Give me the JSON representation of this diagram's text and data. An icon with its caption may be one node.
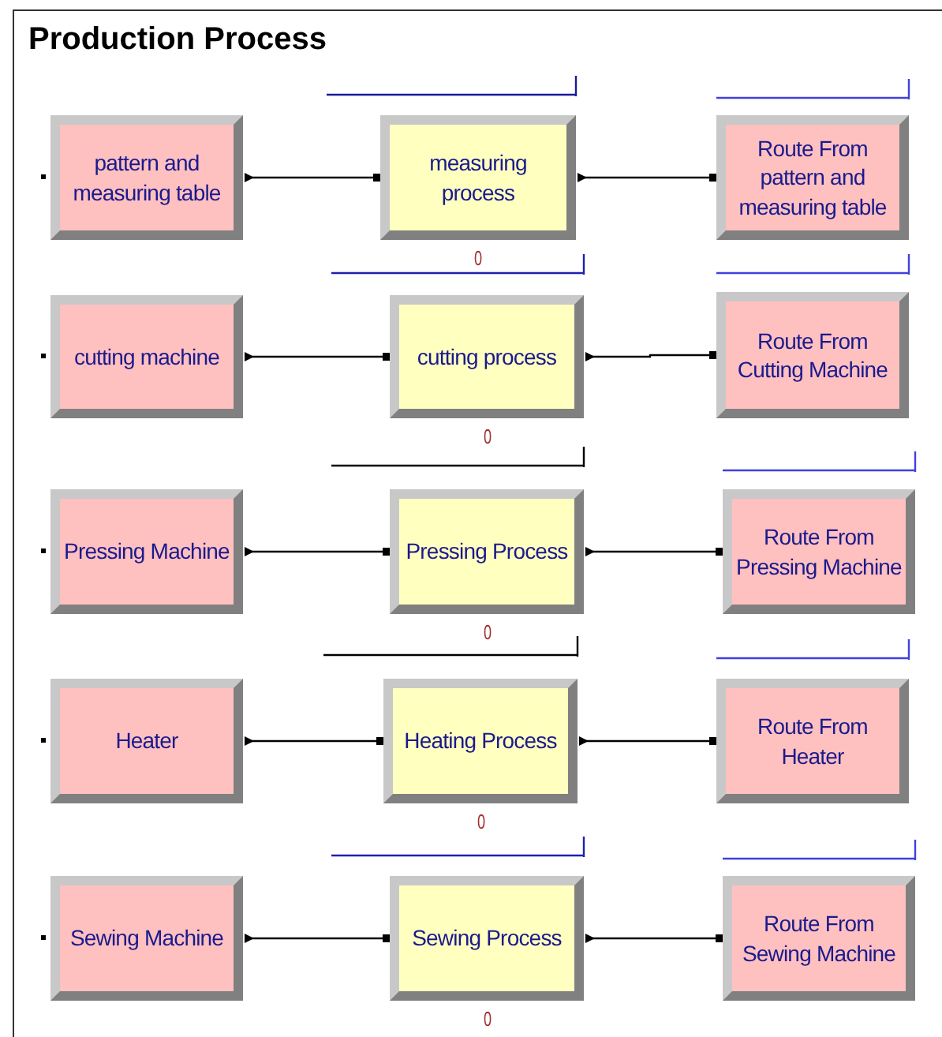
{
  "diagram": {
    "title": "Production Process",
    "nodes": [
      {
        "text": [
          "pattern and measuring table"
        ]
      },
      {
        "text": [
          "measuring process"
        ],
        "beside": [
          "0"
        ]
      },
      {
        "text": [
          "Route From pattern and measuring table"
        ]
      },
      {
        "text": [
          "cutting machine"
        ]
      },
      {
        "text": [
          "cutting process"
        ],
        "beside": [
          "0"
        ]
      },
      {
        "text": [
          "Route From Cutting Machine"
        ]
      },
      {
        "text": [
          "Pressing Machine"
        ]
      },
      {
        "text": [
          "Pressing Process"
        ],
        "beside": [
          "0"
        ]
      },
      {
        "text": [
          "Route From Pressing Machine"
        ]
      },
      {
        "text": [
          "Heater"
        ]
      },
      {
        "text": [
          "Heating Process"
        ],
        "beside": [
          "0"
        ]
      },
      {
        "text": [
          "Route From Heater"
        ]
      },
      {
        "text": [
          "Sewing Machine"
        ]
      },
      {
        "text": [
          "Sewing Process"
        ],
        "beside": [
          "0"
        ]
      },
      {
        "text": [
          "Route From Sewing Machine"
        ]
      }
    ],
    "edges": [
      {
        "from": 0,
        "to": 1,
        "arrow": "other"
      },
      {
        "from": 1,
        "to": 2,
        "arrow": "other"
      },
      {
        "from": 3,
        "to": 4,
        "arrow": "other"
      },
      {
        "from": 4,
        "to": 5,
        "arrow": "other"
      },
      {
        "from": 6,
        "to": 7,
        "arrow": "other"
      },
      {
        "from": 7,
        "to": 8,
        "arrow": "other"
      },
      {
        "from": 9,
        "to": 10,
        "arrow": "other"
      },
      {
        "from": 10,
        "to": 11,
        "arrow": "other"
      },
      {
        "from": 12,
        "to": 13,
        "arrow": "other"
      },
      {
        "from": 13,
        "to": 14,
        "arrow": "other"
      }
    ]
  }
}
